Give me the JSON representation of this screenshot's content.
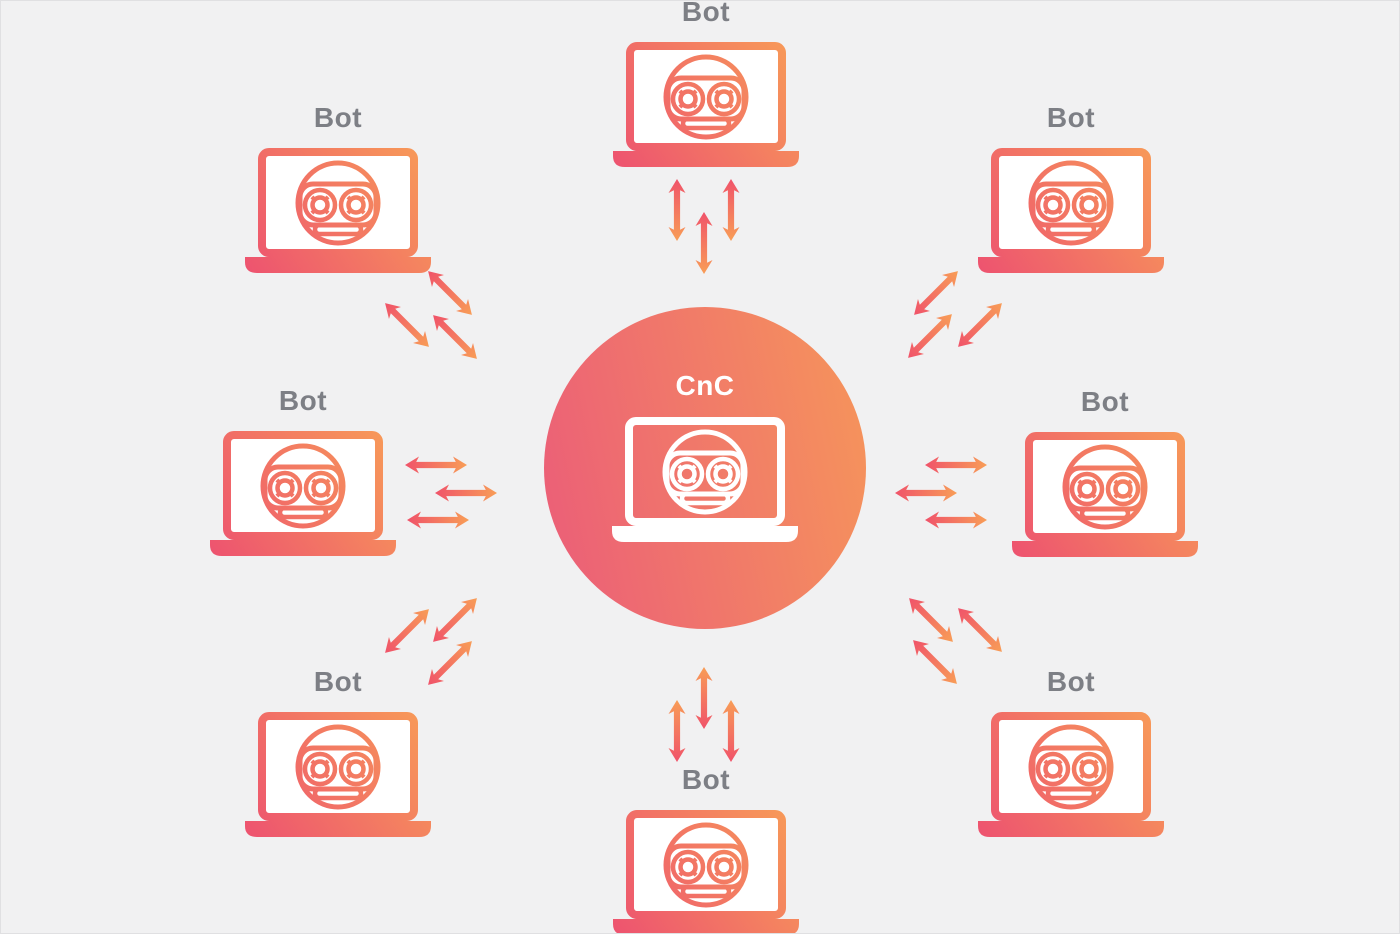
{
  "diagram": {
    "center": {
      "label": "CnC",
      "icon": "cnc-laptop-bot-icon"
    },
    "bots": [
      {
        "position": "top-left",
        "label": "Bot"
      },
      {
        "position": "top",
        "label": "Bot"
      },
      {
        "position": "top-right",
        "label": "Bot"
      },
      {
        "position": "left",
        "label": "Bot"
      },
      {
        "position": "right",
        "label": "Bot"
      },
      {
        "position": "bottom-left",
        "label": "Bot"
      },
      {
        "position": "bottom-right",
        "label": "Bot"
      },
      {
        "position": "bottom",
        "label": "Bot"
      }
    ],
    "icons": {
      "node": "laptop-bot-face-icon",
      "link": "double-headed-arrow-icon"
    },
    "colors": {
      "background": "#f1f1f2",
      "gradient_pink": "#ed5270",
      "gradient_orange": "#f89d57",
      "label_gray": "#7d7f85",
      "center_text": "#ffffff"
    }
  }
}
